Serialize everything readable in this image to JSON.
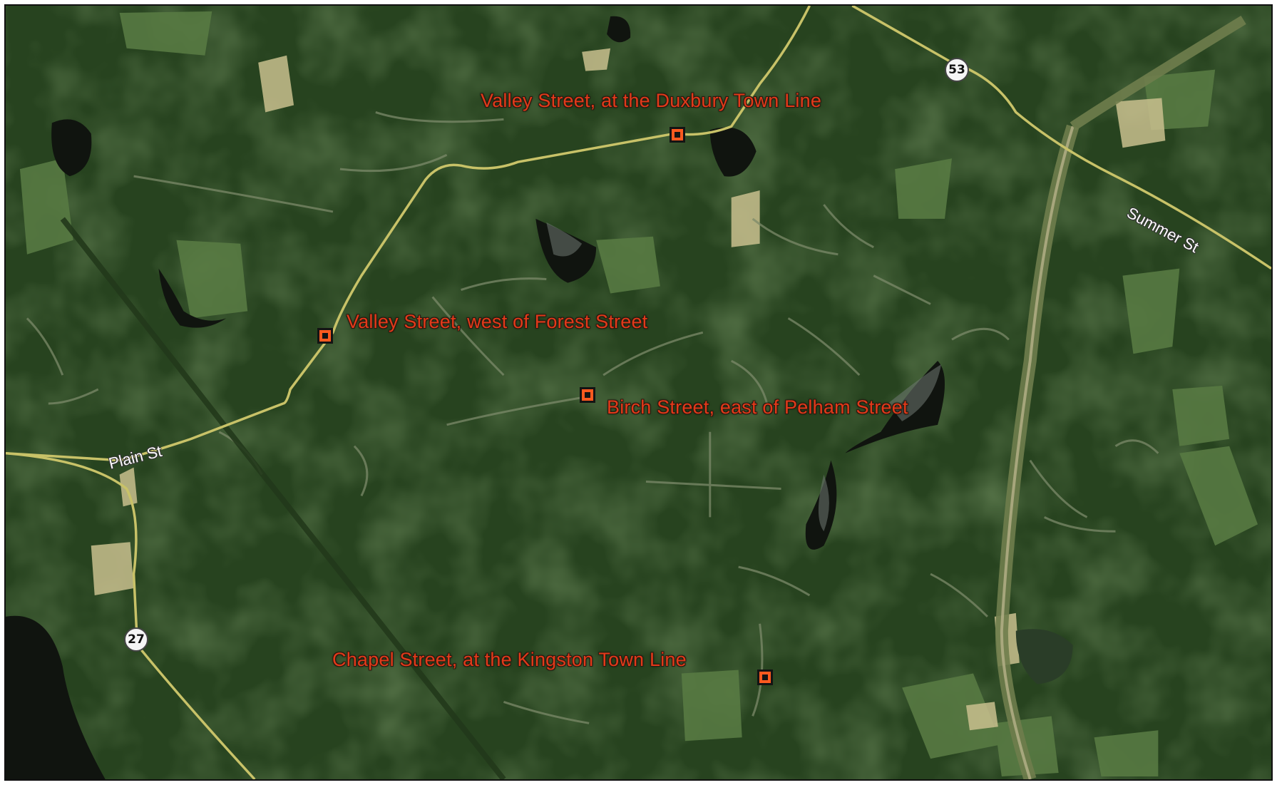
{
  "map": {
    "colors": {
      "forest": "#27431f",
      "forest_dark": "#1d3517",
      "field": "#5e7a45",
      "field_light": "#8a9a6a",
      "sand": "#c9c08e",
      "water": "#10140f",
      "road": "#c8c268",
      "label": "#e23a1a",
      "marker": "#ff5a1f",
      "road_label": "#ffffff"
    },
    "sites": [
      {
        "label": "Valley Street, at the Duxbury Town Line",
        "icon": "site-marker-icon"
      },
      {
        "label": "Valley Street, west of Forest Street",
        "icon": "site-marker-icon"
      },
      {
        "label": "Birch Street, east of Pelham Street",
        "icon": "site-marker-icon"
      },
      {
        "label": "Chapel Street, at the Kingston Town Line",
        "icon": "site-marker-icon"
      }
    ],
    "roads": [
      {
        "label": "Plain St"
      },
      {
        "label": "Summer St"
      }
    ],
    "shields": [
      {
        "label": "53",
        "icon": "route-shield-icon"
      },
      {
        "label": "27",
        "icon": "route-shield-icon"
      }
    ]
  }
}
